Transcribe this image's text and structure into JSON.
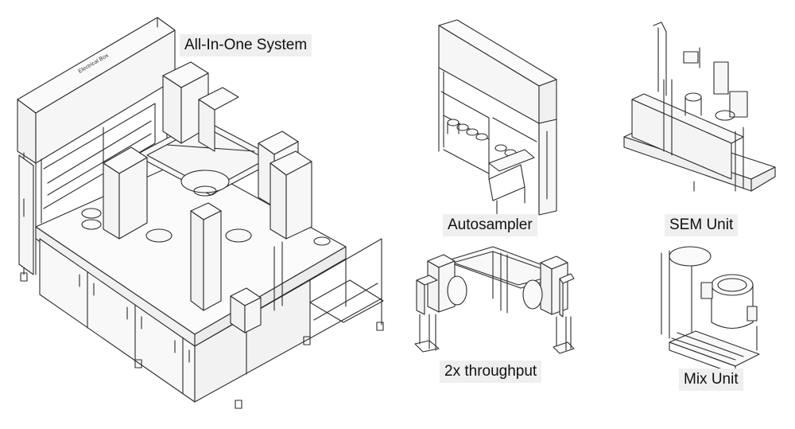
{
  "labels": {
    "all_in_one": "All-In-One System",
    "autosampler": "Autosampler",
    "sem_unit": "SEM Unit",
    "throughput": "2x throughput",
    "mix_unit": "Mix Unit"
  },
  "embedded_text": {
    "electrical_box": "Electrical Box"
  },
  "colors": {
    "line": "#2b2b2b",
    "label_bg": "#efefef",
    "panel_fill": "#f4f4f4"
  }
}
